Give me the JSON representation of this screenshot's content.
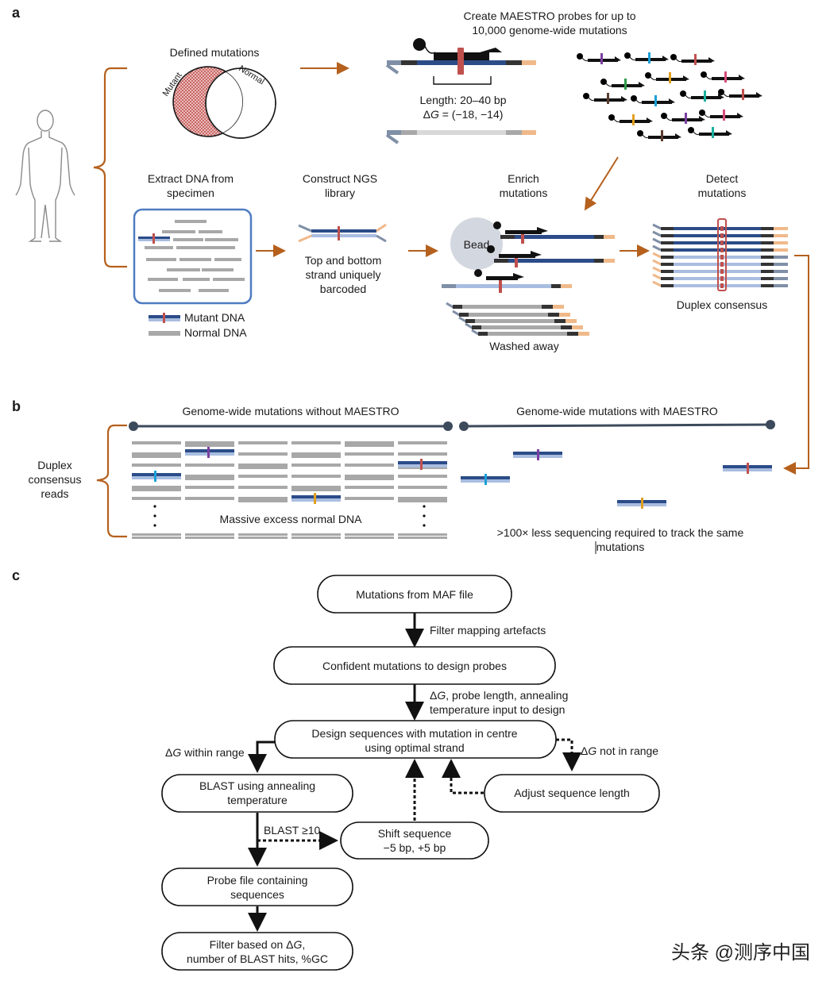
{
  "panels": {
    "a": "a",
    "b": "b",
    "c": "c"
  },
  "panel_a": {
    "defined_mutations": "Defined mutations",
    "venn_mutant": "Mutant",
    "venn_normal": "Normal",
    "create_probes_line1": "Create MAESTRO probes for up to",
    "create_probes_line2": "10,000 genome-wide mutations",
    "length": "Length: 20–40 bp",
    "dg_prefix": "Δ",
    "dg_italic": "G",
    "dg_range": " = (−18, −14)",
    "extract_line1": "Extract DNA from",
    "extract_line2": "specimen",
    "ngs_line1": "Construct NGS",
    "ngs_line2": "library",
    "strand_line1": "Top and bottom",
    "strand_line2": "strand uniquely",
    "strand_line3": "barcoded",
    "enrich_line1": "Enrich",
    "enrich_line2": "mutations",
    "detect_line1": "Detect",
    "detect_line2": "mutations",
    "bead": "Bead",
    "washed_away": "Washed away",
    "duplex_consensus": "Duplex consensus",
    "legend_mutant": "Mutant DNA",
    "legend_normal": "Normal DNA"
  },
  "panel_b": {
    "without_title": "Genome-wide mutations without MAESTRO",
    "with_title": "Genome-wide mutations with MAESTRO",
    "reads_line1": "Duplex",
    "reads_line2": "consensus",
    "reads_line3": "reads",
    "massive": "Massive excess normal DNA",
    "less_line1": ">100× less sequencing required to track the same",
    "less_line2": "mutations"
  },
  "panel_c": {
    "maf": "Mutations from MAF file",
    "filter_mapping": "Filter mapping artefacts",
    "confident": "Confident mutations to design probes",
    "input_line1_prefix": "Δ",
    "input_line1_italic": "G",
    "input_line1_rest": ", probe length, annealing",
    "input_line2": "temperature input to design",
    "design_line1": "Design sequences with mutation in centre",
    "design_line2": "using optimal strand",
    "within_prefix": "Δ",
    "within_italic": "G",
    "within_rest": " within range",
    "notin_prefix": "Δ",
    "notin_italic": "G",
    "notin_rest": " not in range",
    "blast_line1": "BLAST using annealing",
    "blast_line2": "temperature",
    "adjust": "Adjust sequence length",
    "blast_ge_prefix": "BLAST ",
    "blast_ge_symbol": "≥",
    "blast_ge_value": "10",
    "shift_line1": "Shift sequence",
    "shift_line2": "−5 bp, +5 bp",
    "probe_line1": "Probe file containing",
    "probe_line2": "sequences",
    "final_line1_prefix": "Filter based on Δ",
    "final_line1_italic": "G",
    "final_line1_rest": ",",
    "final_line2": "number of BLAST hits, %GC"
  },
  "watermark": "头条 @测序中国",
  "colors": {
    "arrow": "#b5601d",
    "mutant_dark": "#2b4c88",
    "mutant_light": "#a9bde0",
    "normal": "#a8a8a8",
    "adapter_left": "#7f8fa6",
    "adapter_right": "#f0b98a",
    "probe": "#111111",
    "bead": "#d3d7df",
    "specimen_frame": "#4f7cc0",
    "mutation_marks": [
      "#c0504d",
      "#7b3fa0",
      "#1aa0d8",
      "#2e9a49",
      "#e0a020",
      "#d64b7b",
      "#5a3b2e",
      "#1ab0a0"
    ]
  }
}
